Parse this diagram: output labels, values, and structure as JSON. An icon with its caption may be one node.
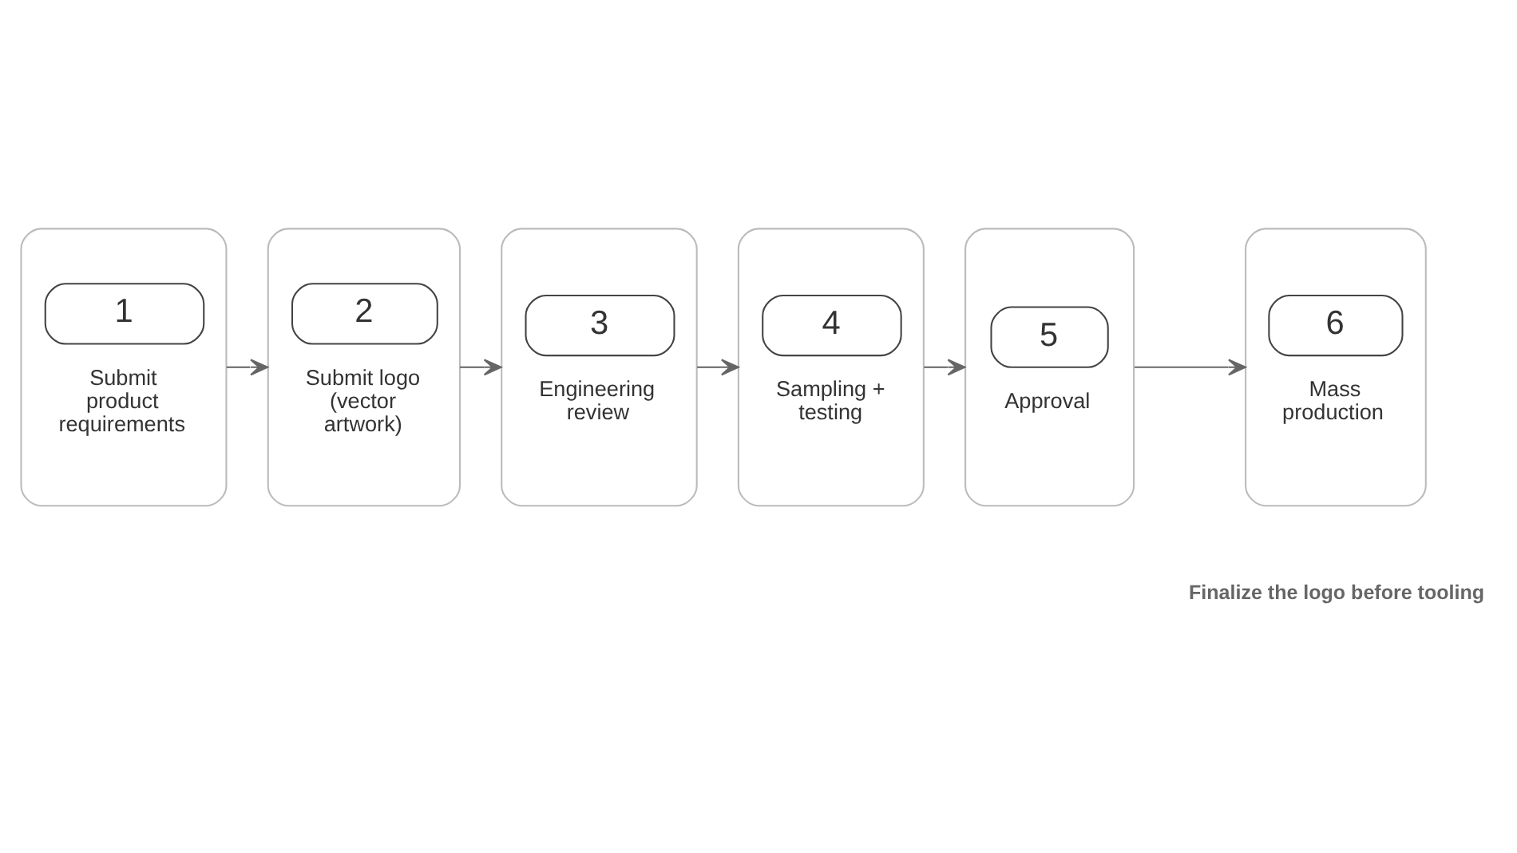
{
  "diagram": {
    "nodes": [
      {
        "text": [
          "1",
          "Submit product requirements"
        ]
      },
      {
        "text": [
          "2",
          "Submit logo (vector artwork)"
        ]
      },
      {
        "text": [
          "3",
          "Engineering review"
        ]
      },
      {
        "text": [
          "4",
          "Sampling + testing"
        ]
      },
      {
        "text": [
          "5",
          "Approval"
        ]
      },
      {
        "text": [
          "6",
          "Mass production"
        ]
      }
    ],
    "edges": [
      {
        "from": 0,
        "to": 1,
        "arrow": "to"
      },
      {
        "from": 1,
        "to": 2,
        "arrow": "to"
      },
      {
        "from": 2,
        "to": 3,
        "arrow": "to"
      },
      {
        "from": 3,
        "to": 4,
        "arrow": "to"
      },
      {
        "from": 4,
        "to": 5,
        "arrow": "to"
      }
    ],
    "labels": [
      "Finalize the logo before tooling"
    ]
  }
}
